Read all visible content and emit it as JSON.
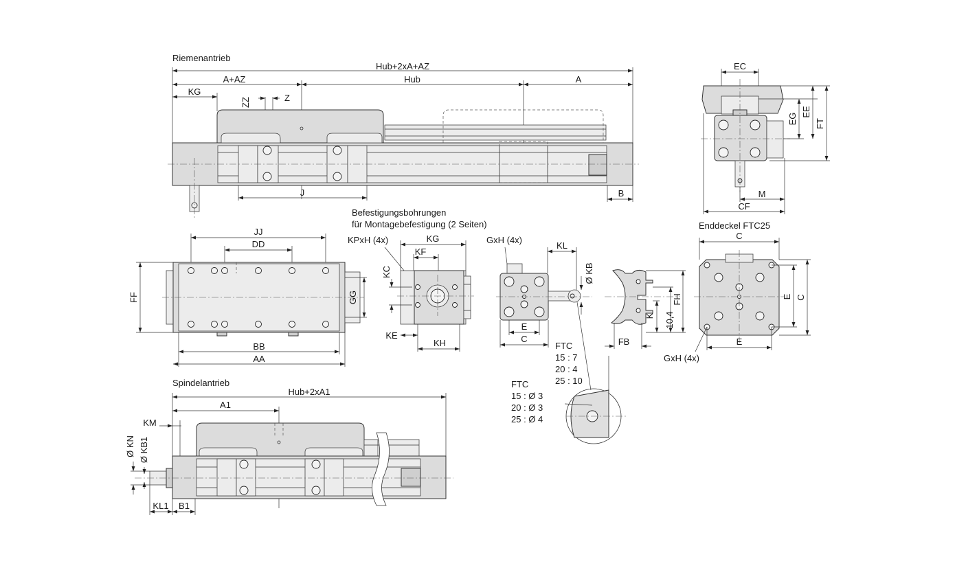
{
  "views": {
    "belt": {
      "title": "Riemenantrieb",
      "labels": {
        "total": "Hub+2xA+AZ",
        "a_az": "A+AZ",
        "hub": "Hub",
        "a": "A",
        "kg": "KG",
        "zz": "ZZ",
        "z": "Z",
        "j": "J",
        "b": "B"
      }
    },
    "end_side": {
      "labels": {
        "ec": "EC",
        "eg": "EG",
        "ee": "EE",
        "ft": "FT",
        "m": "M",
        "cf": "CF"
      }
    },
    "top": {
      "labels": {
        "jj": "JJ",
        "dd": "DD",
        "ff": "FF",
        "gg": "GG",
        "bb": "BB",
        "aa": "AA"
      }
    },
    "mounting": {
      "title_line1": "Befestigungsbohrungen",
      "title_line2": "für Montagebefestigung (2 Seiten)",
      "labels": {
        "kpxh": "KPxH (4x)",
        "kg": "KG",
        "kf": "KF",
        "kc": "KC",
        "ke": "KE",
        "kh": "KH"
      }
    },
    "endplate": {
      "labels": {
        "gxh": "GxH (4x)",
        "kl": "KL",
        "kb": "Ø KB",
        "e": "E",
        "c": "C"
      }
    },
    "profile": {
      "labels": {
        "fh": "FH",
        "k": "K",
        "dim_10_4": "10,4",
        "fb": "FB"
      }
    },
    "endcover": {
      "title": "Enddeckel FTC25",
      "labels": {
        "c_top": "C",
        "e_side": "E",
        "c_side": "C",
        "e_bottom": "E",
        "gxh": "GxH (4x)"
      }
    },
    "ftc_table_1": {
      "header": "FTC",
      "rows": [
        "15 : 7",
        "20 : 4",
        "25 : 10"
      ]
    },
    "ftc_table_2": {
      "header": "FTC",
      "rows": [
        "15 : Ø 3",
        "20 : Ø 3",
        "25 : Ø 4"
      ]
    },
    "spindle": {
      "title": "Spindelantrieb",
      "labels": {
        "total": "Hub+2xA1",
        "a1": "A1",
        "km": "KM",
        "kn": "Ø KN",
        "kb1": "Ø KB1",
        "kl1": "KL1",
        "b1": "B1"
      }
    }
  }
}
